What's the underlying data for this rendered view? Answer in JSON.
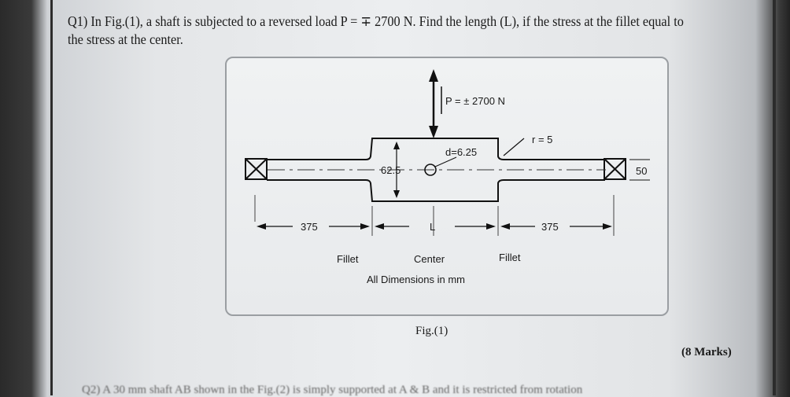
{
  "question": {
    "text": "Q1) In Fig.(1), a shaft is subjected to a reversed load P = ∓ 2700 N. Find the length (L), if the stress at the fillet equal to the stress at the center."
  },
  "figure": {
    "load_label": "P = ± 2700 N",
    "r_label": "r = 5",
    "d_label": "d=6.25",
    "big_dia_label": "62.5",
    "small_dia_label": "50",
    "left_len_label": "375",
    "center_len_label": "L",
    "right_len_label": "375",
    "fillet_left_label": "Fillet",
    "center_label": "Center",
    "fillet_right_label": "Fillet",
    "units_note": "All Dimensions in mm",
    "caption": "Fig.(1)"
  },
  "marks": "(8 Marks)",
  "next_question": "Q2) A 30 mm shaft AB shown in the Fig.(2) is simply supported at A & B and it is restricted from rotation"
}
